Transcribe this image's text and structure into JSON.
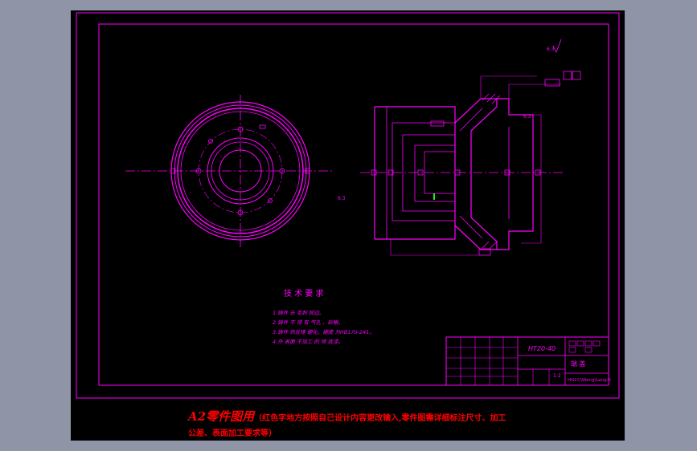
{
  "tech_requirements": {
    "title": "技 术 要 求",
    "items": [
      "1.铸件 去 毛刺 锐边。",
      "2.铸件 不 得 有 气孔 、砂眼。",
      "3.铸件 热处理 硬化，硬度 为HB170-241。",
      "4.外 表面 不加工 的 喷 底漆。"
    ]
  },
  "surface_marks": [
    "6.3",
    "6.3",
    "6.3"
  ],
  "title_block": {
    "material": "HT20-40",
    "part_name": "端 盖",
    "scale": "1:2",
    "org": "HGCC\\Wang\\Lang-5"
  },
  "caption": {
    "main": "A2零件图用",
    "note_line1": "（红色字地方按照自己设计内容更改输入,零件图需详细标注尺寸、加工",
    "note_line2": "公差、表面加工要求等）"
  }
}
